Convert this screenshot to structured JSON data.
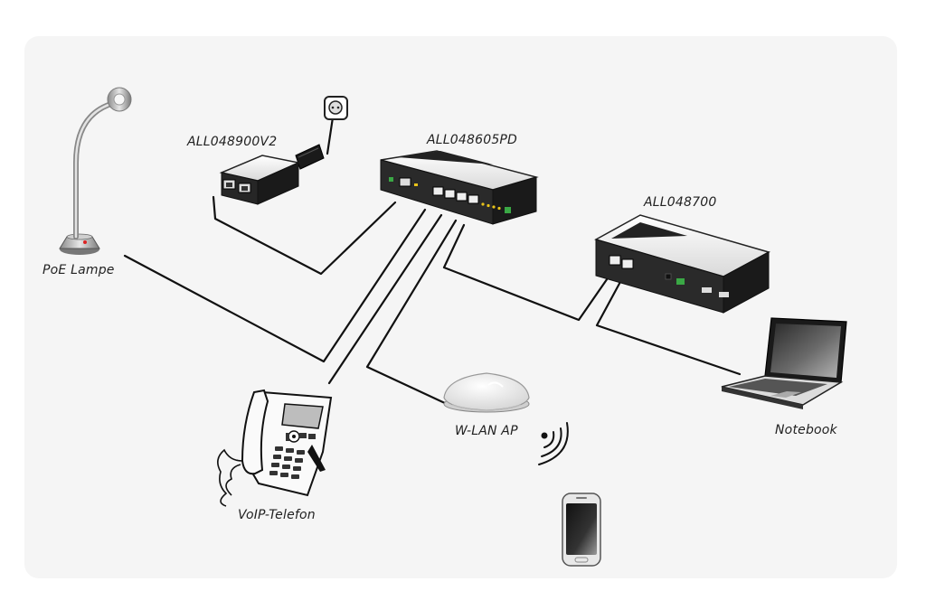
{
  "labels": {
    "lamp": "PoE Lampe",
    "injector": "ALL048900V2",
    "switch": "ALL048605PD",
    "extender": "ALL048700",
    "phone": "VoIP-Telefon",
    "ap": "W-LAN AP",
    "notebook": "Notebook"
  },
  "icons": {
    "lamp": "desk-lamp-icon",
    "injector": "poe-injector-icon",
    "plug": "power-plug-icon",
    "switch": "network-switch-icon",
    "extender": "poe-extender-icon",
    "phone": "voip-phone-icon",
    "ap": "access-point-icon",
    "wifi": "wifi-waves-icon",
    "smartphone": "smartphone-icon",
    "notebook": "laptop-icon"
  },
  "colors": {
    "background": "#f5f5f5",
    "device_dark": "#1e1e1e",
    "cable": "#111111",
    "port_led": "#e8c21a",
    "terminal_green": "#3aa845"
  }
}
